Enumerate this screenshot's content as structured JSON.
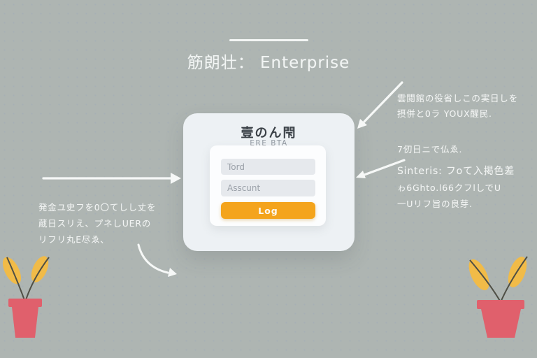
{
  "header": {
    "title": "筋朗壮： Enterprise"
  },
  "login_card": {
    "title": "壹のん閇",
    "subtitle": "ERE BTA",
    "field1_placeholder": "Tord",
    "field2_placeholder": "Asscunt",
    "button_label": "Log"
  },
  "annotations": {
    "top_right": {
      "line1": "雲閲館の役省しこの実日しを",
      "line2": "摂併と0ラ YOUX醒民."
    },
    "mid_right": {
      "label": "7仞日ニで仏ゑ.",
      "line1": "Sinteris: フoて入掲色差",
      "line2": "ゎ6Ghto.l66クフlしでU",
      "line3": "一Uリフ旨の良芽."
    },
    "left": {
      "line1": "発金ユ史フを0〇てしし丈を",
      "line2": "蔵日スリえ、プネしUERの",
      "line3": "リフリ丸E尽ゑ、"
    }
  },
  "colors": {
    "background": "#aeb5b2",
    "card_bg": "#edf1f4",
    "panel_bg": "#fcfdfe",
    "input_bg": "#e6e9ed",
    "button_bg": "#f4a41c",
    "button_text": "#fdfbf6",
    "card_title_text": "#3b4147",
    "annotation_text": "#f3f5f4",
    "pot": "#e0606c",
    "leaf": "#f1bb48",
    "stem": "#4f4f45"
  }
}
